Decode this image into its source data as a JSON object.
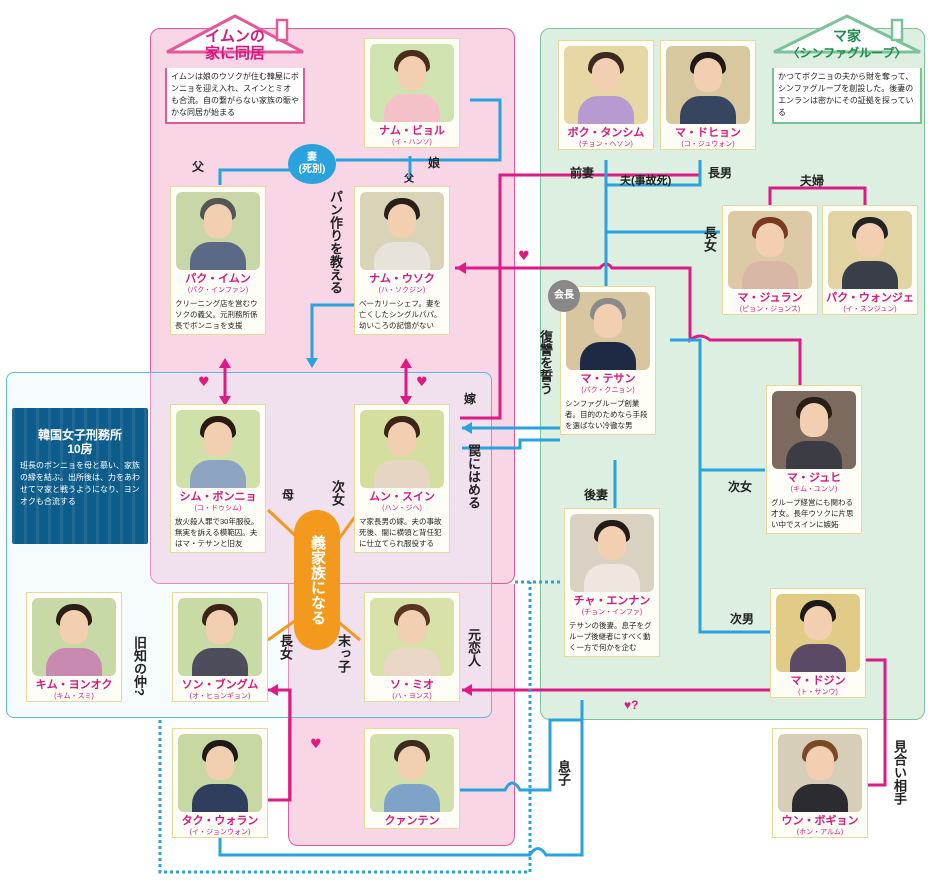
{
  "colors": {
    "pink_zone": "#f8d6e6",
    "pink_border": "#e6579a",
    "green_zone": "#dcefe1",
    "green_border": "#7cc298",
    "blue_line": "#2aa3dc",
    "magenta_line": "#dd1a86",
    "orange": "#f39a1e",
    "prison_navy": "#0d5d8c"
  },
  "houses": {
    "imun": {
      "title_line1": "イムンの",
      "title_line2": "家に同居",
      "text": "イムンは娘のウソクが住む韓屋にボンニョを迎え入れ、スインとミオも合流。自の繋がらない家族の賑やかな同居が始まる"
    },
    "ma": {
      "title_line1": "マ家",
      "title_line2": "〈シンファグループ〉",
      "text": "かつてボクニョの夫から財を奪って、シンファグループを創設した。後妻のエンランは密かにその証拠を探っている"
    }
  },
  "prison": {
    "title_line1": "韓国女子刑務所",
    "title_line2": "10房",
    "text": "班長のボンニョを母と慕い、家族の縁を結ぶ。出所後は、力をあわせてマ家と戦うようになり、ヨンオクも合流する"
  },
  "family_badge": "義家族になる",
  "chairman_badge": "会長",
  "wife_bubble": "妻\n(死別)",
  "characters": {
    "birul": {
      "name": "ナム・ビョル",
      "reading": "(イ・ハンソ)",
      "desc": ""
    },
    "imun": {
      "name": "パク・イムン",
      "reading": "(パク・インファン)",
      "desc": "クリーニング店を営むウソクの義父。元刑務所係長でボンニョを支援"
    },
    "usok": {
      "name": "ナム・ウソク",
      "reading": "(ハ・ソクジン)",
      "desc": "ベーカリーシェフ。妻を亡くしたシングルパパ。幼いころの記憶がない"
    },
    "bonnyo": {
      "name": "シム・ボンニョ",
      "reading": "(コ・ドゥシム)",
      "desc": "放火殺人罪で30年服役。無実を訴える模範囚。夫はマ・テサンと旧友"
    },
    "suin": {
      "name": "ムン・スイン",
      "reading": "(ハン・ジヘ)",
      "desc": "マ家長男の嫁。夫の事故死後、闇に横領と背任犯に仕立てられ服役する"
    },
    "bongum": {
      "name": "ソン・ブングム",
      "reading": "(オ・ヒョンギョン)",
      "desc": ""
    },
    "mio": {
      "name": "ソ・ミオ",
      "reading": "(ハ・ヨンス)",
      "desc": ""
    },
    "woran": {
      "name": "タク・ウォラン",
      "reading": "(イ・ジョンウォン)",
      "desc": ""
    },
    "kangten": {
      "name": "クァンテン",
      "reading": "",
      "desc": ""
    },
    "yongok": {
      "name": "キム・ヨンオク",
      "reading": "(キム・スミ)",
      "desc": ""
    },
    "boksim": {
      "name": "ボク・タンシム",
      "reading": "(チョン・ヘソン)",
      "desc": ""
    },
    "dohyon": {
      "name": "マ・ドヒョン",
      "reading": "(コ・ジュウォン)",
      "desc": ""
    },
    "juran": {
      "name": "マ・ジュラン",
      "reading": "(ピョン・ジョンス)",
      "desc": ""
    },
    "wonje": {
      "name": "パク・ウォンジェ",
      "reading": "(イ・スンジュン)",
      "desc": ""
    },
    "tesan": {
      "name": "マ・テサン",
      "reading": "(パク・クニョン)",
      "desc": "シンファグループ創業者。目的のためなら手段を選ばない冷徹な男"
    },
    "juhi": {
      "name": "マ・ジュヒ",
      "reading": "(キム・ユンソ)",
      "desc": "グループ経営にも関わる才女。長年ウソクに片思い中でスインに嫉妬"
    },
    "ennan": {
      "name": "チャ・エンナン",
      "reading": "(チョン・インファ)",
      "desc": "テサンの後妻。息子をグループ後継者にすべく動く一方で何かを企む"
    },
    "dojin": {
      "name": "マ・ドジン",
      "reading": "(ト・サンウ)",
      "desc": ""
    },
    "bogyon": {
      "name": "ウン・ボギョン",
      "reading": "(ホン・アルム)",
      "desc": ""
    }
  },
  "relations": {
    "father": "父",
    "daughter": "娘",
    "father2": "父",
    "bread": "パン作りを教える",
    "bride": "嫁",
    "revenge": "復讐を誓う",
    "trap": "罠にはめる",
    "mother": "母",
    "second_daughter": "次女",
    "eldest_daughter": "長女",
    "youngest": "末っ子",
    "ex_lover": "元恋人",
    "old_friends": "旧知の仲?",
    "son": "息子",
    "former_wife": "前妻",
    "husband_dead": "夫(事故死)",
    "eldest_son": "長男",
    "couple": "夫婦",
    "eldest_daughter_ma": "長女",
    "second_wife": "後妻",
    "second_daughter_ma": "次女",
    "second_son": "次男",
    "matchmaking": "見合い相手",
    "heart_q": "♥?"
  }
}
